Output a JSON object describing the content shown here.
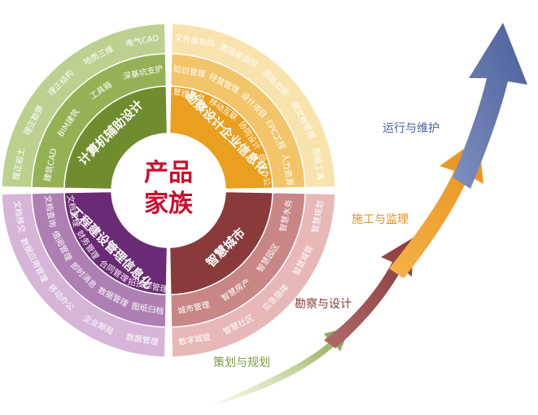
{
  "center": {
    "line1": "产品",
    "line2": "家族"
  },
  "quadrants": [
    {
      "id": "cad",
      "title": "计算机辅助设计",
      "colors": {
        "outer": "#bcd08f",
        "middle": "#95b155",
        "inner": "#6f8d2e"
      },
      "middle_tags": [
        "建筑CAD",
        "BIM建筑",
        "工具箱",
        "深基坑支护"
      ],
      "outer_tags": [
        "理正岩土",
        "理正勘察",
        "理正结构",
        "地质三维",
        "电气CAD"
      ]
    },
    {
      "id": "survey-it",
      "title": "勘察设计企业信息化",
      "colors": {
        "outer": "#f8e3ad",
        "middle": "#f3c56a",
        "inner": "#eb9f1f"
      },
      "outer_tags": [
        "文件级协同",
        "图层级协同",
        "图纸出版",
        "图文档管理",
        "图纸工具"
      ],
      "middle_tags": [
        "知识管理",
        "经营管理",
        "设计项目",
        "EPC工程",
        "人力资源"
      ],
      "inner_tags": [
        "管理平台",
        "移动互联",
        "协同设计",
        "综合办公"
      ]
    },
    {
      "id": "construction-it",
      "title": "工程建设管理信息化",
      "colors": {
        "outer": "#d6b5d9",
        "middle": "#ad7fb3",
        "inner": "#6b2a75"
      },
      "outer_tags": [
        "数据管理",
        "企业邮局",
        "移动办公",
        "数据应用管理",
        "文档移交"
      ],
      "middle_tags": [
        "图纸归档",
        "数据管理",
        "即时消息",
        "借阅管理",
        "文档查询"
      ],
      "inner_tags": [
        "招投标管理",
        "合同管理",
        "财务管理",
        "文档管理"
      ]
    },
    {
      "id": "smart-city",
      "title": "智慧城市",
      "colors": {
        "outer": "#e8b8b8",
        "middle": "#c98686",
        "inner": "#8a3a3a"
      },
      "outer_tags": [
        "智慧规划",
        "智慧城管",
        "应急指挥",
        "智慧社区",
        "数字城管"
      ],
      "middle_tags": [
        "智慧水务",
        "智慧园区",
        "智慧房产",
        "城市管理"
      ]
    }
  ],
  "stages": [
    {
      "label": "策划与规划",
      "color": "#7c9a3c"
    },
    {
      "label": "勘察与设计",
      "color": "#8b3a3a"
    },
    {
      "label": "施工与监理",
      "color": "#e8911a"
    },
    {
      "label": "运行与维护",
      "color": "#4a5f9a"
    }
  ]
}
